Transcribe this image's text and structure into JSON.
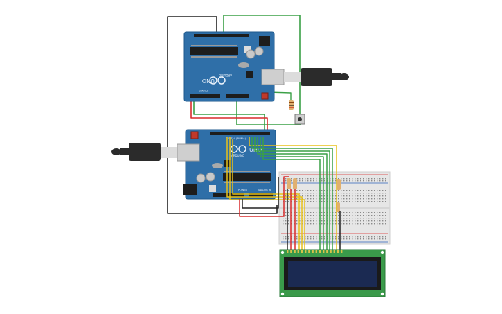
{
  "board_top": {
    "brand": "ARDUINO",
    "model": "UNO",
    "digital_label": "DIGITAL (PWM~)",
    "analog_label": "ANALOG IN",
    "power_label": "POWER"
  },
  "board_bottom": {
    "brand": "ARDUINO",
    "model": "UNO",
    "digital_label": "DIGITAL (PWM~)",
    "analog_label": "ANALOG IN",
    "power_label": "POWER"
  },
  "colors": {
    "board": "#2f6fa8",
    "board_edge": "#1f5a8c",
    "lcd_pcb": "#3a9a4a",
    "lcd_screen": "#1b2a52",
    "breadboard": "#e6e6e6",
    "wire_green": "#3aa046",
    "wire_yellow": "#e8c21a",
    "wire_red": "#d82c2c",
    "wire_black": "#222222",
    "cable": "#2b2b2b"
  }
}
